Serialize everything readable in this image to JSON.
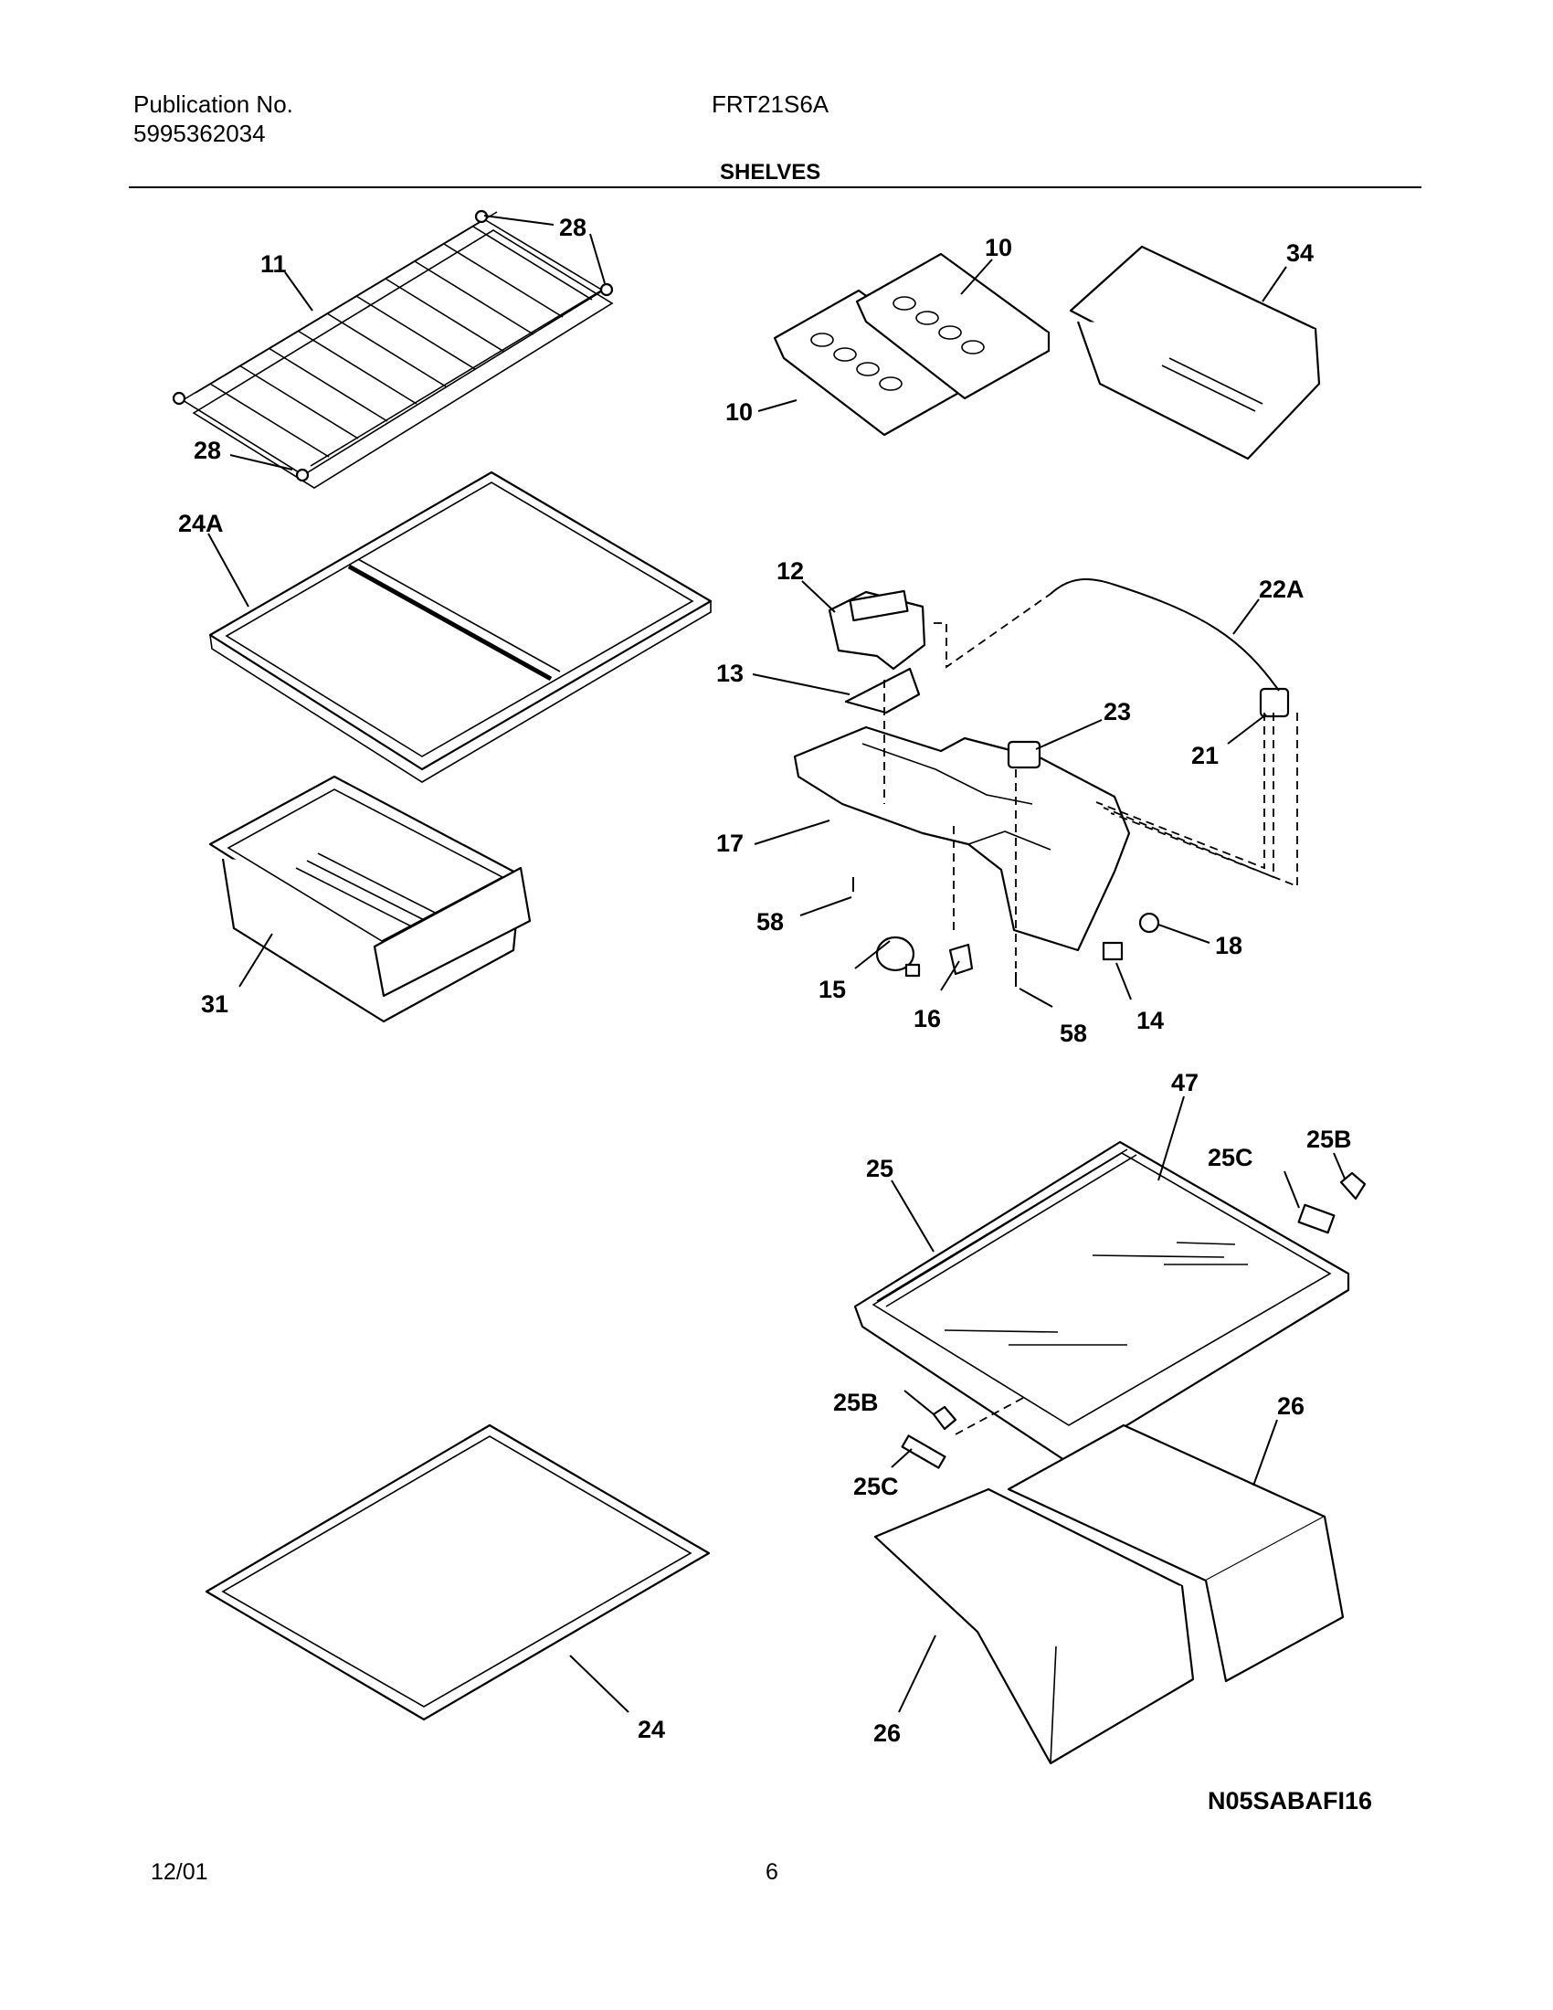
{
  "header": {
    "publication_label": "Publication No.",
    "publication_number": "5995362034",
    "model": "FRT21S6A",
    "section_title": "SHELVES"
  },
  "callouts": {
    "c11": "11",
    "c28a": "28",
    "c28b": "28",
    "c24a": "24A",
    "c31": "31",
    "c10a": "10",
    "c10b": "10",
    "c34": "34",
    "c12": "12",
    "c13": "13",
    "c22a": "22A",
    "c23": "23",
    "c21": "21",
    "c17": "17",
    "c58a": "58",
    "c58b": "58",
    "c15": "15",
    "c16": "16",
    "c18": "18",
    "c14": "14",
    "c47": "47",
    "c25": "25",
    "c25b1": "25B",
    "c25c1": "25C",
    "c25b2": "25B",
    "c25c2": "25C",
    "c26a": "26",
    "c26b": "26",
    "c24": "24"
  },
  "footer": {
    "image_code": "N05SABAFI16",
    "date": "12/01",
    "page_number": "6"
  }
}
